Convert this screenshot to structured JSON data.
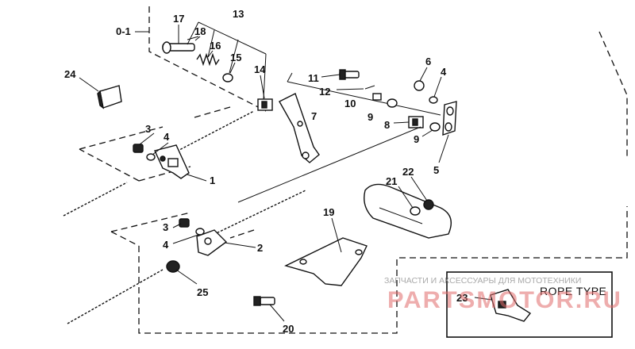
{
  "callouts": {
    "c1": "1",
    "c2": "2",
    "c3a": "3",
    "c3b": "3",
    "c4a": "4",
    "c4b": "4",
    "c4c": "4",
    "c5": "5",
    "c6": "6",
    "c7": "7",
    "c8": "8",
    "c9a": "9",
    "c9b": "9",
    "c10": "10",
    "c11": "11",
    "c12": "12",
    "c13": "13",
    "c14": "14",
    "c15": "15",
    "c16": "16",
    "c17": "17",
    "c18": "18",
    "c19": "19",
    "c20": "20",
    "c21": "21",
    "c22": "22",
    "c23": "23",
    "c24": "24",
    "c25": "25",
    "c01": "0-1"
  },
  "inset": {
    "title": "ROPE TYPE"
  },
  "watermark": {
    "caption": "ЗАПЧАСТИ И АКСЕССУАРЫ ДЛЯ МОТОТЕХНИКИ",
    "brand": "PARTSMOTOR.RU"
  },
  "colors": {
    "line": "#111111",
    "watermark_text": "#a9a9a9",
    "watermark_brand": "#e06a6a"
  }
}
